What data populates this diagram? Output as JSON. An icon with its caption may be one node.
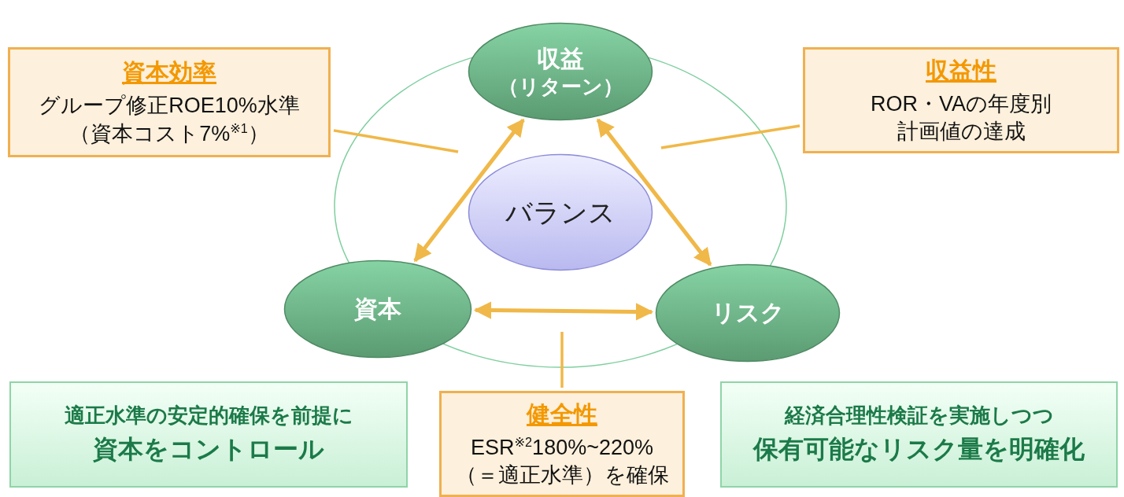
{
  "diagram": {
    "nodes": [
      {
        "text": [
          "収益",
          "（リターン）"
        ]
      },
      {
        "text": [
          "バランス"
        ]
      },
      {
        "text": [
          "資本"
        ]
      },
      {
        "text": [
          "リスク"
        ]
      },
      {
        "text": [
          "資本効率",
          "グループ修正ROE10%水準（資本コスト7%$^{※1}$）"
        ]
      },
      {
        "text": [
          "収益性",
          "ROR・VAの年度別計画値の達成"
        ]
      },
      {
        "text": [
          "適正水準の安定的確保を前提に",
          "資本をコントロール"
        ]
      },
      {
        "text": [
          "健全性",
          "ESR$^{※2}$180%~220%（＝適正水準）を確保"
        ]
      },
      {
        "text": [
          "経済合理性検証を実施しつつ",
          "保有可能なリスク量を明確化"
        ]
      }
    ],
    "edges": [
      {
        "from": 0,
        "to": 2,
        "arrow": "both"
      },
      {
        "from": 0,
        "to": 3,
        "arrow": "both"
      },
      {
        "from": 2,
        "to": 3,
        "arrow": "both"
      },
      {
        "from": 4,
        "to": null,
        "arrow": "none"
      },
      {
        "from": 5,
        "to": null,
        "arrow": "none"
      },
      {
        "from": 7,
        "to": null,
        "arrow": "none"
      }
    ]
  }
}
